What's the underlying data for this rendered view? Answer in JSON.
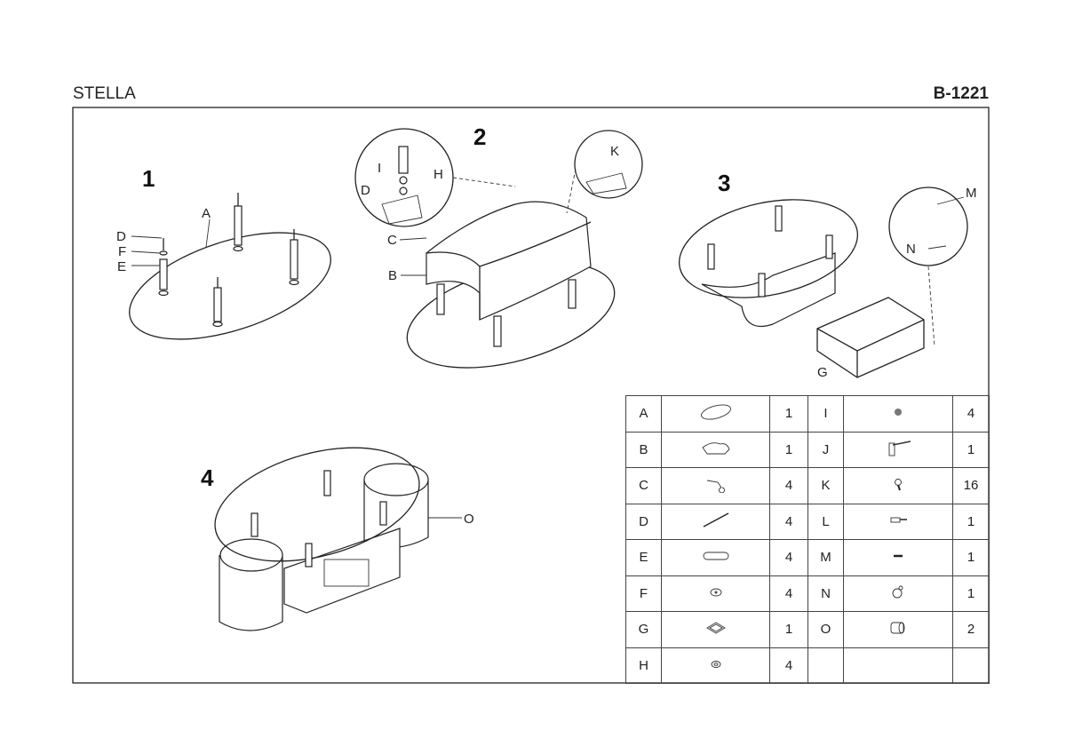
{
  "header": {
    "product_name": "STELLA",
    "product_code": "B-1221"
  },
  "steps": {
    "s1": {
      "number": "1",
      "labels": {
        "A": "A",
        "D": "D",
        "F": "F",
        "E": "E"
      }
    },
    "s2": {
      "number": "2",
      "labels": {
        "I": "I",
        "H": "H",
        "D": "D",
        "K": "K",
        "C": "C",
        "B": "B"
      }
    },
    "s3": {
      "number": "3",
      "labels": {
        "M": "M",
        "N": "N",
        "G": "G"
      }
    },
    "s4": {
      "number": "4",
      "labels": {
        "O": "O"
      }
    }
  },
  "parts": [
    {
      "letter": "A",
      "icon": "oval-glass-top",
      "qty": "1"
    },
    {
      "letter": "B",
      "icon": "table-frame",
      "qty": "1"
    },
    {
      "letter": "C",
      "icon": "bracket",
      "qty": "4"
    },
    {
      "letter": "D",
      "icon": "threaded-rod",
      "qty": "4"
    },
    {
      "letter": "E",
      "icon": "leg-tube",
      "qty": "4"
    },
    {
      "letter": "F",
      "icon": "washer-cup",
      "qty": "4"
    },
    {
      "letter": "G",
      "icon": "drawer",
      "qty": "1"
    },
    {
      "letter": "H",
      "icon": "washer",
      "qty": "4"
    },
    {
      "letter": "I",
      "icon": "nut",
      "qty": "4"
    },
    {
      "letter": "J",
      "icon": "allen-key",
      "qty": "1"
    },
    {
      "letter": "K",
      "icon": "screw",
      "qty": "16"
    },
    {
      "letter": "L",
      "icon": "bolt",
      "qty": "1"
    },
    {
      "letter": "M",
      "icon": "pin",
      "qty": "1"
    },
    {
      "letter": "N",
      "icon": "knob",
      "qty": "1"
    },
    {
      "letter": "O",
      "icon": "stool",
      "qty": "2"
    }
  ]
}
